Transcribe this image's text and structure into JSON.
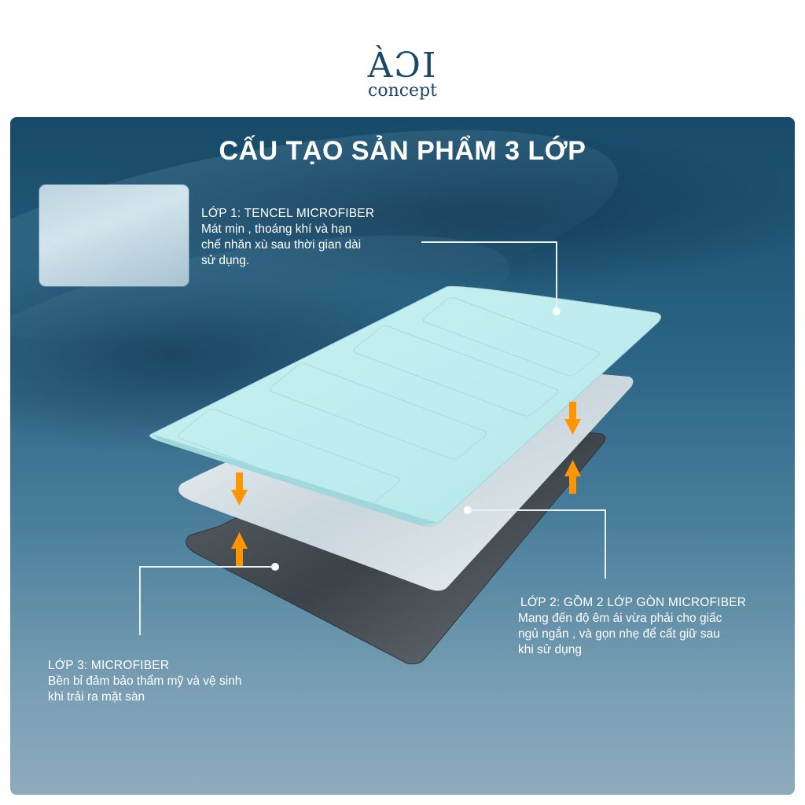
{
  "brand": {
    "logo_mark": "ÀƆI",
    "logo_sub": "concept",
    "color": "#1c4766"
  },
  "infographic": {
    "title": "CẤU TẠO SẢN PHẨM 3 LỚP",
    "layers": [
      {
        "heading": "LỚP 1: TENCEL MICROFIBER",
        "description": "Mát mịn , thoáng khí và hạn chế nhăn xù sau thời gian dài sử dụng.",
        "desc_lines": [
          "Mát mịn , thoáng khí và hạn",
          "chế nhăn xù sau thời gian dài",
          "sử dụng."
        ],
        "color": "#c4eef0"
      },
      {
        "heading": "LỚP 2: GỒM 2 LỚP GÒN MICROFIBER",
        "description": "Mang đến độ êm ái vừa phải cho giấc ngủ ngắn , và gọn nhẹ để cất giữ sau khi sử dụng",
        "desc_lines": [
          "Mang đến độ êm ái vừa phải cho giấc",
          "ngủ ngắn , và gọn nhẹ để cất giữ sau",
          "khi sử dụng"
        ],
        "color": "#e2ebee"
      },
      {
        "heading": "LỚP 3: MICROFIBER",
        "description": "Bền bỉ đảm bảo thẩm mỹ và vệ sinh khi trải ra mặt sàn",
        "desc_lines": [
          "Bền bỉ đảm bảo thẩm mỹ và vệ sinh",
          "khi trải ra mặt sàn"
        ],
        "color": "#4a5258"
      }
    ],
    "arrow_color": "#ff9500",
    "icons": {
      "arrow_down": "arrow-down-icon",
      "arrow_up": "arrow-up-icon"
    }
  }
}
